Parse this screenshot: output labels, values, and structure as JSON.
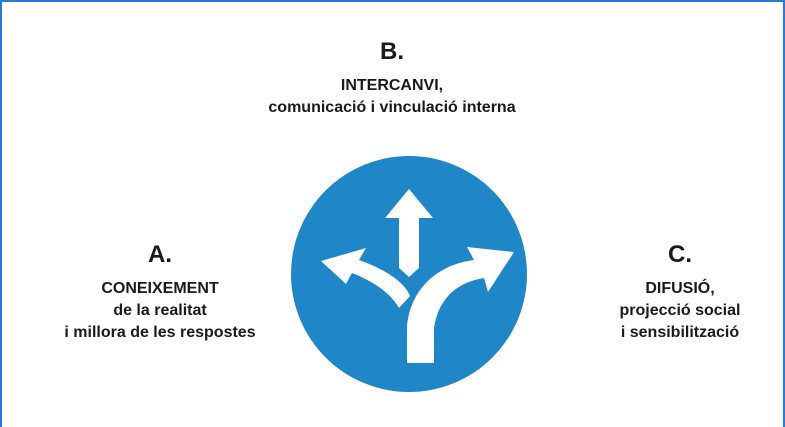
{
  "colors": {
    "frame_border": "#2b7bd6",
    "sign_fill": "#1f86c8",
    "arrows": "#ffffff",
    "text": "#1a1a1a"
  },
  "block_b": {
    "letter": "B.",
    "line1": "INTERCANVI,",
    "line2": "comunicació i vinculació interna"
  },
  "block_a": {
    "letter": "A.",
    "line1": "CONEIXEMENT",
    "line2": "de la realitat",
    "line3": "i millora de les respostes"
  },
  "block_c": {
    "letter": "C.",
    "line1": "DIFUSIÓ,",
    "line2": "projecció social",
    "line3": "i sensibilització"
  },
  "center_icon": "three-way-split-arrows-icon"
}
